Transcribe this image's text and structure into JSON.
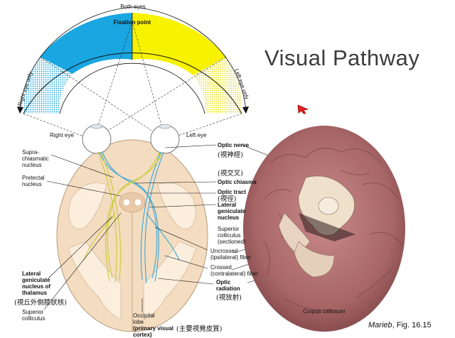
{
  "slide": {
    "title": "Visual Pathway",
    "citation": {
      "author": "Marieb",
      "rest": ", Fig. 16.15"
    }
  },
  "visual_field": {
    "top_label": "Both eyes",
    "center_label": "Fixation point",
    "right_label": "Right eye only",
    "left_label": "Left eye only",
    "colors": {
      "right_field": "#1aa6e0",
      "left_field": "#f7f200"
    }
  },
  "diagram": {
    "right_eye": "Right eye",
    "left_eye": "Left eye",
    "supra": "Supra-\nchiasmatic\nnucleus",
    "pretectal": "Pretectal\nnucleus",
    "lgn_thalamus": "Lateral\ngeniculate\nnucleus of\nthalamus",
    "lgn_thalamus_cn": "(視丘外側膝狀核)",
    "superior_colliculus": "Superior\ncolliculus",
    "occipital": "Occipital\nlobe",
    "primary_visual": "(primary visual\ncortex)",
    "primary_visual_cn": "(主要視覺皮質)",
    "optic_nerve": "Optic nerve",
    "optic_nerve_cn": "(視神經)",
    "optic_chiasma_cn": "(視交叉)",
    "optic_chiasma": "Optic chiasma",
    "optic_tract": "Optic tract",
    "optic_tract_cn": "(視徑)",
    "lateral_geniculate": "Lateral\ngeniculate\nnucleus",
    "superior_colliculus_sectioned": "Superior\ncolliculus\n(sectioned)",
    "uncrossed": "Uncrossed\n(ipsilateral) fiber",
    "crossed": "Crossed\n(contralateral) fiber",
    "optic_radiation": "Optic\nradiation",
    "optic_radiation_cn": "(視放射)",
    "corpus_callosum": "Corpus callosum",
    "colors": {
      "blue_fiber": "#36a6d8",
      "yellow_fiber": "#c9cc3a",
      "brain_tan": "#f4dcc0"
    }
  }
}
